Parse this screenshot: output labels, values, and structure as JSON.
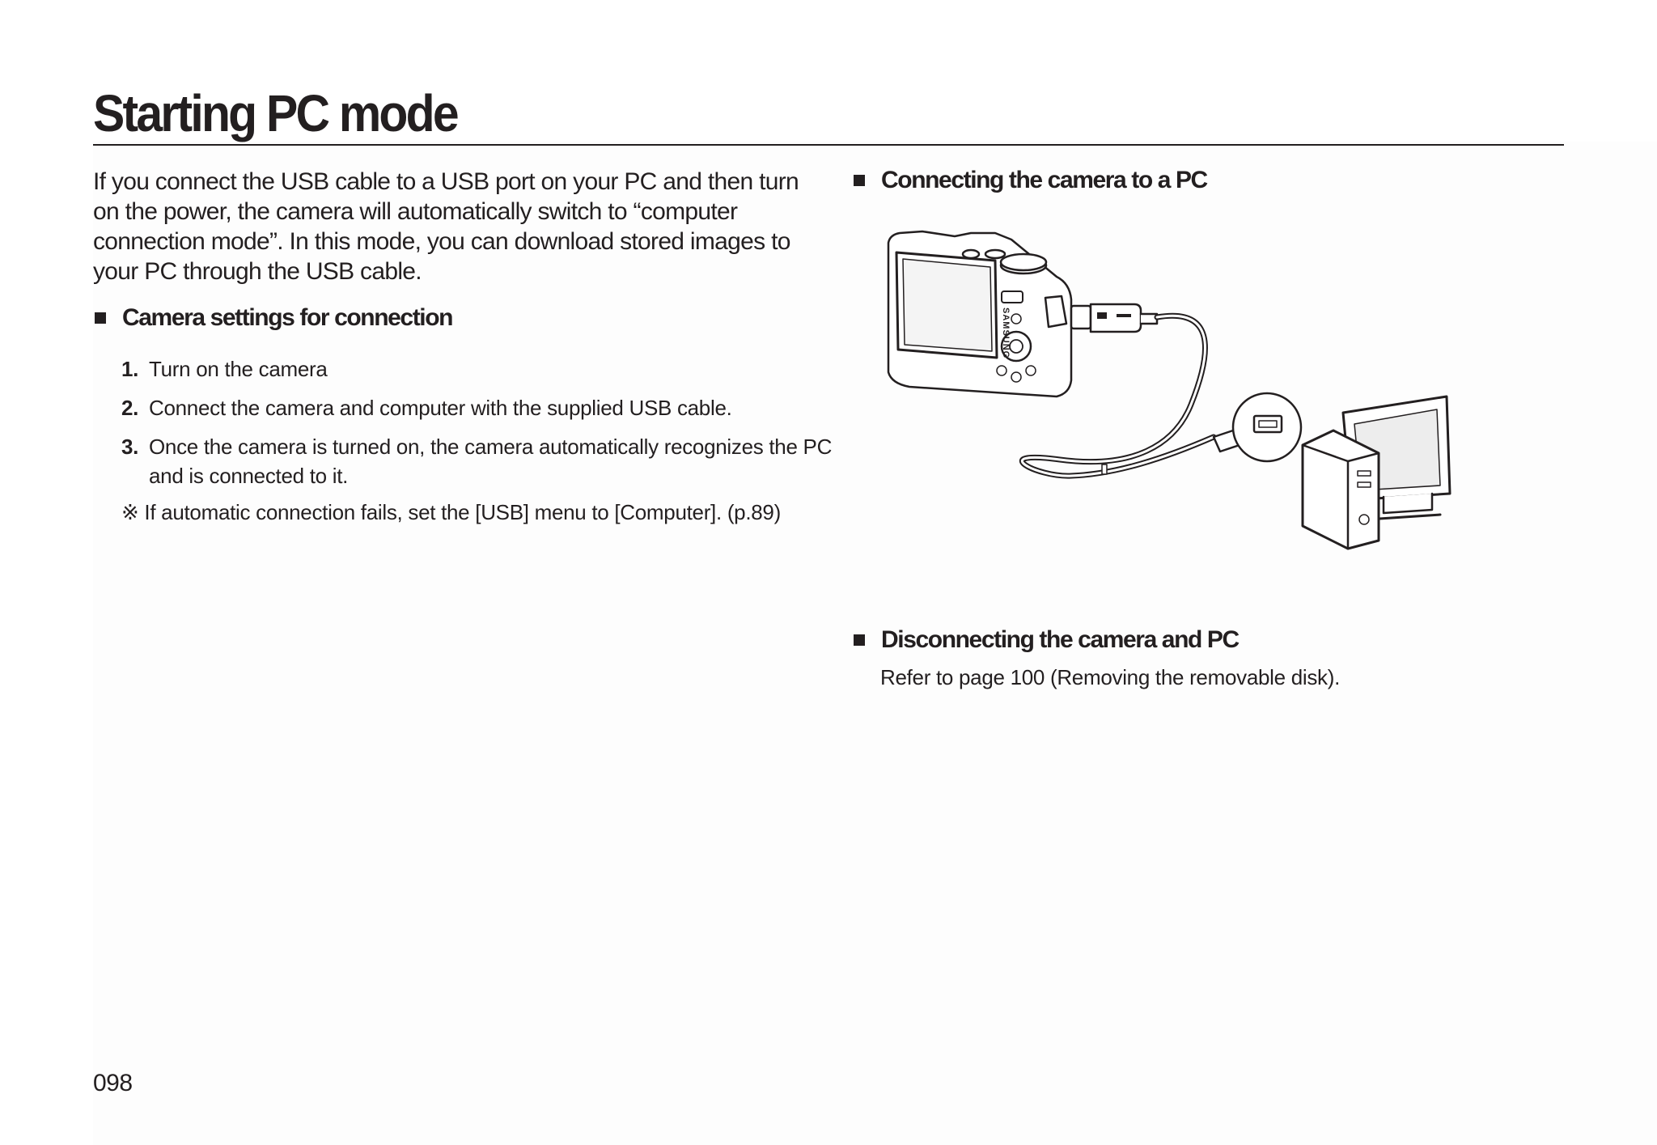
{
  "page": {
    "title": "Starting PC mode",
    "intro": "If you connect the USB cable to a USB port on your PC and then turn on the power, the camera will automatically switch to “computer connection mode”. In this mode, you can download stored images to your PC through the USB cable.",
    "page_number": "098"
  },
  "camera_settings": {
    "heading": "Camera settings for connection",
    "steps": [
      {
        "num": "1.",
        "text": "Turn on the camera"
      },
      {
        "num": "2.",
        "text": "Connect the camera and computer with the supplied USB cable."
      },
      {
        "num": "3.",
        "text": "Once the camera is turned on, the camera automatically recognizes the PC and is connected to it."
      }
    ],
    "note": "※ If automatic connection fails, set the [USB] menu to [Computer]. (p.89)"
  },
  "connecting": {
    "heading": "Connecting the camera to a PC",
    "illustration": {
      "icon": "camera-usb-pc-connection-illustration",
      "brand_text": "SAMSUNG"
    }
  },
  "disconnecting": {
    "heading": "Disconnecting the camera and PC",
    "text": "Refer to page 100 (Removing the removable disk)."
  }
}
